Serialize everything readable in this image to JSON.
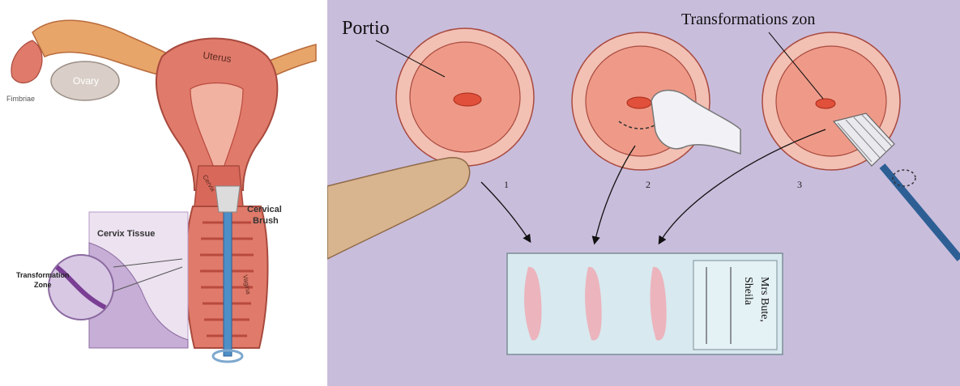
{
  "anatomy": {
    "labels": {
      "uterus": "Uterus",
      "ovary": "Ovary",
      "fimbriae": "Fimbriae",
      "cervix": "Cervix",
      "cervical_brush": "Cervical Brush",
      "cervix_tissue": "Cervix Tissue",
      "transformation_zone": "Transformation Zone",
      "vagina": "Vagina"
    },
    "colors": {
      "tissue": "#e07a6a",
      "tissue_dark": "#b94a3e",
      "tissue_light": "#f2b2a2",
      "ovary": "#d9cfc8",
      "tube": "#e6b38a",
      "brush_shaft": "#4f8fc7",
      "histology": "#b89bc8"
    }
  },
  "procedure": {
    "labels": {
      "portio": "Portio",
      "transformation_zone": "Transformations zon",
      "step1": "1",
      "step2": "2",
      "step3": "3",
      "slide_name_line1": "Mrs Bute,",
      "slide_name_line2": "Sheila"
    },
    "colors": {
      "background": "#c9bddc",
      "cervix_outer": "#f3c0b4",
      "cervix_inner": "#ef9a88",
      "os": "#e0503a",
      "finger": "#d8b48f",
      "slide": "#d8e9ef",
      "smear": "#ecb4bd",
      "brush_handle": "#2d5f95"
    }
  }
}
